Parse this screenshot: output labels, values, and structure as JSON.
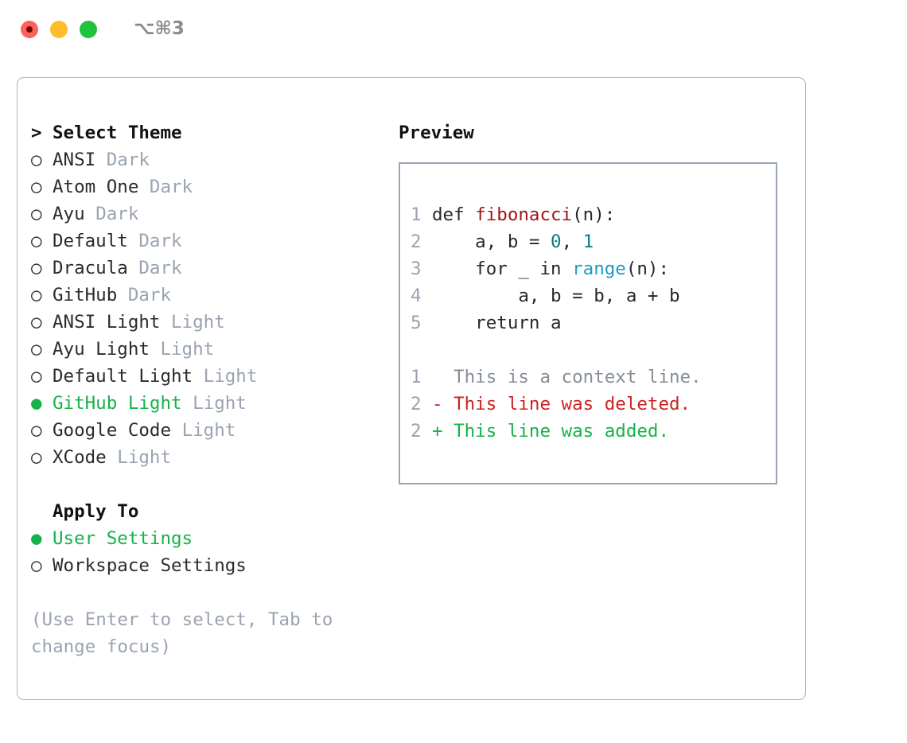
{
  "window": {
    "shortcut_label": "⌥⌘3",
    "traffic_lights": [
      {
        "name": "close",
        "color": "#ff6159"
      },
      {
        "name": "minimize",
        "color": "#ffbd2e"
      },
      {
        "name": "zoom",
        "color": "#20c33b"
      }
    ]
  },
  "theme_section": {
    "header_marker": ">",
    "header_label": "Select Theme",
    "items": [
      {
        "marker": "○",
        "label": "ANSI",
        "type": "Dark",
        "selected": false
      },
      {
        "marker": "○",
        "label": "Atom One",
        "type": "Dark",
        "selected": false
      },
      {
        "marker": "○",
        "label": "Ayu",
        "type": "Dark",
        "selected": false
      },
      {
        "marker": "○",
        "label": "Default",
        "type": "Dark",
        "selected": false
      },
      {
        "marker": "○",
        "label": "Dracula",
        "type": "Dark",
        "selected": false
      },
      {
        "marker": "○",
        "label": "GitHub",
        "type": "Dark",
        "selected": false
      },
      {
        "marker": "○",
        "label": "ANSI Light",
        "type": "Light",
        "selected": false
      },
      {
        "marker": "○",
        "label": "Ayu Light",
        "type": "Light",
        "selected": false
      },
      {
        "marker": "○",
        "label": "Default Light",
        "type": "Light",
        "selected": false
      },
      {
        "marker": "●",
        "label": "GitHub Light",
        "type": "Light",
        "selected": true
      },
      {
        "marker": "○",
        "label": "Google Code",
        "type": "Light",
        "selected": false
      },
      {
        "marker": "○",
        "label": "XCode",
        "type": "Light",
        "selected": false
      }
    ]
  },
  "apply_section": {
    "header_marker": "",
    "header_label": "Apply To",
    "items": [
      {
        "marker": "●",
        "label": "User Settings",
        "selected": true
      },
      {
        "marker": "○",
        "label": "Workspace Settings",
        "selected": false
      }
    ]
  },
  "hint": "(Use Enter to select, Tab to change focus)",
  "preview": {
    "title": "Preview",
    "code_lines": [
      {
        "number": "1",
        "tokens": [
          {
            "text": "def ",
            "style": "plain"
          },
          {
            "text": "fibonacci",
            "style": "fn"
          },
          {
            "text": "(n):",
            "style": "plain"
          }
        ]
      },
      {
        "number": "2",
        "tokens": [
          {
            "text": "    a, b = ",
            "style": "plain"
          },
          {
            "text": "0",
            "style": "num"
          },
          {
            "text": ", ",
            "style": "plain"
          },
          {
            "text": "1",
            "style": "num"
          }
        ]
      },
      {
        "number": "3",
        "tokens": [
          {
            "text": "    for _ in ",
            "style": "plain"
          },
          {
            "text": "range",
            "style": "call"
          },
          {
            "text": "(n):",
            "style": "plain"
          }
        ]
      },
      {
        "number": "4",
        "tokens": [
          {
            "text": "        a, b = b, a + b",
            "style": "plain"
          }
        ]
      },
      {
        "number": "5",
        "tokens": [
          {
            "text": "    return a",
            "style": "plain"
          }
        ]
      }
    ],
    "diff_lines": [
      {
        "number": "1",
        "text": "  This is a context line.",
        "kind": "context"
      },
      {
        "number": "2",
        "text": "- This line was deleted.",
        "kind": "deleted"
      },
      {
        "number": "2",
        "text": "+ This line was added.",
        "kind": "added"
      }
    ]
  },
  "colors": {
    "selected_green": "#16b24a",
    "muted_gray": "#9aa3b2",
    "panel_border": "#aab3c0",
    "preview_border": "#9aa4b3",
    "diff_deleted": "#cc2222",
    "diff_added": "#16b24a",
    "token_function": "#a31515",
    "token_number": "#0d7d7d",
    "token_call": "#1b9dc9"
  }
}
